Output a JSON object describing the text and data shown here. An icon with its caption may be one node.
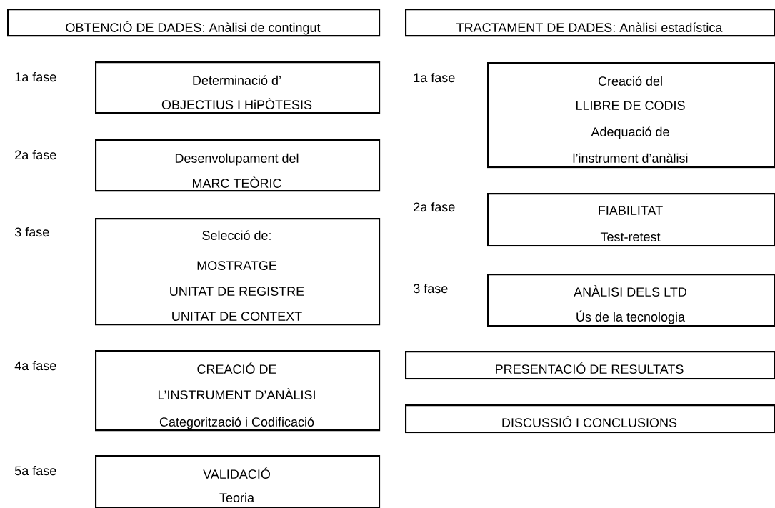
{
  "diagram": {
    "nodes": [
      {
        "text": [
          "OBTENCIÓ DE DADES: Anàlisi de contingut"
        ]
      },
      {
        "text": [
          "Determinació d’",
          "OBJECTIUS I HiPÒTESIS"
        ],
        "beside": [
          "1a fase"
        ]
      },
      {
        "text": [
          "Desenvolupament del",
          "MARC TEÒRIC"
        ],
        "beside": [
          "2a fase"
        ]
      },
      {
        "text": [
          "Selecció de:",
          "MOSTRATGE",
          "UNITAT DE REGISTRE",
          "UNITAT DE CONTEXT"
        ],
        "beside": [
          "3 fase"
        ]
      },
      {
        "text": [
          "CREACIÓ DE",
          "L’INSTRUMENT D’ANÀLISI",
          "Categorització i Codificació"
        ],
        "beside": [
          "4a fase"
        ]
      },
      {
        "text": [
          "VALIDACIÓ",
          "Teoria"
        ],
        "beside": [
          "5a fase"
        ]
      },
      {
        "text": [
          "TRACTAMENT DE DADES: Anàlisi estadística"
        ]
      },
      {
        "text": [
          "Creació del",
          "LLIBRE DE CODIS",
          "Adequació de",
          "l’instrument d’anàlisi"
        ],
        "beside": [
          "1a fase"
        ]
      },
      {
        "text": [
          "FIABILITAT",
          "Test-retest"
        ],
        "beside": [
          "2a fase"
        ]
      },
      {
        "text": [
          "ANÀLISI DELS LTD",
          "Ús de la tecnologia"
        ],
        "beside": [
          "3 fase"
        ]
      },
      {
        "text": [
          "PRESENTACIÓ DE RESULTATS"
        ]
      },
      {
        "text": [
          "DISCUSSIÓ I CONCLUSIONS"
        ]
      }
    ]
  }
}
